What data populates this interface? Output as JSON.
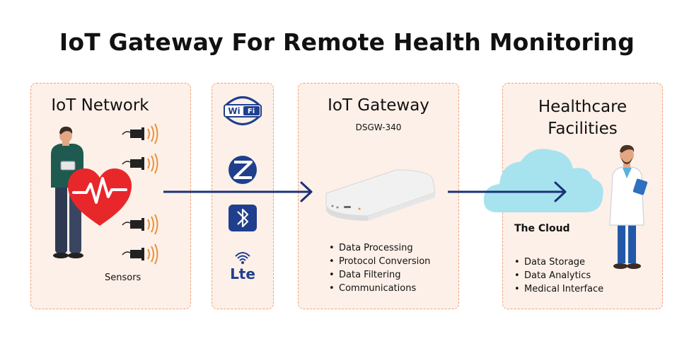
{
  "title": "IoT Gateway For Remote Health Monitoring",
  "panels": {
    "network": {
      "heading": "IoT Network",
      "sensors_label": "Sensors"
    },
    "gateway": {
      "heading": "IoT Gateway",
      "model": "DSGW-340",
      "features": [
        "Data Processing",
        "Protocol Conversion",
        "Data Filtering",
        "Communications"
      ]
    },
    "healthcare": {
      "heading": "Healthcare Facilities",
      "cloud_label": "The Cloud",
      "features": [
        "Data Storage",
        "Data Analytics",
        "Medical Interface"
      ]
    }
  },
  "protocols": [
    {
      "icon": "wifi-icon",
      "label": "WiFi"
    },
    {
      "icon": "zigbee-icon",
      "label": "Z"
    },
    {
      "icon": "bluetooth-icon"
    },
    {
      "icon": "lte-icon",
      "label": "Lte"
    }
  ],
  "colors": {
    "panel_bg": "#fdf0e8",
    "panel_border": "#f0a27a",
    "arrow": "#1b3276",
    "heart": "#e8272b",
    "cloud": "#a6e3ef",
    "icon_blue": "#1f3f8e"
  }
}
